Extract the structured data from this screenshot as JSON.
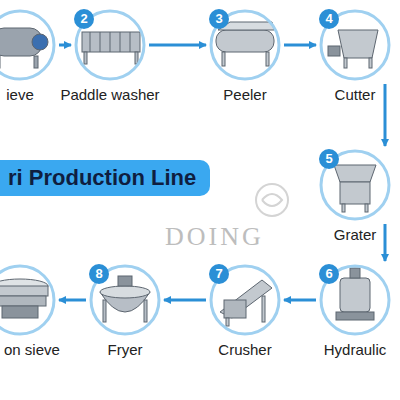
{
  "diagram": {
    "title": "ri Production Line",
    "nodes": [
      {
        "text": [
          "ieve"
        ]
      },
      {
        "text": [
          "2",
          "Paddle washer"
        ]
      },
      {
        "text": [
          "3",
          "Peeler"
        ]
      },
      {
        "text": [
          "4",
          "Cutter"
        ]
      },
      {
        "text": [
          "5",
          "Grater"
        ]
      },
      {
        "text": [
          "6",
          "Hydraulic"
        ]
      },
      {
        "text": [
          "7",
          "Crusher"
        ]
      },
      {
        "text": [
          "8",
          "Fryer"
        ]
      },
      {
        "text": [
          "on sieve"
        ]
      }
    ],
    "edges": [
      {
        "from": 0,
        "to": 1,
        "arrow": "to"
      },
      {
        "from": 1,
        "to": 2,
        "arrow": "to"
      },
      {
        "from": 2,
        "to": 3,
        "arrow": "to"
      },
      {
        "from": 3,
        "to": 4,
        "arrow": "to"
      },
      {
        "from": 4,
        "to": 5,
        "arrow": "to"
      },
      {
        "from": 5,
        "to": 6,
        "arrow": "to"
      },
      {
        "from": 6,
        "to": 7,
        "arrow": "to"
      },
      {
        "from": 7,
        "to": 8,
        "arrow": "to"
      }
    ],
    "labels": [
      "DOING"
    ]
  }
}
